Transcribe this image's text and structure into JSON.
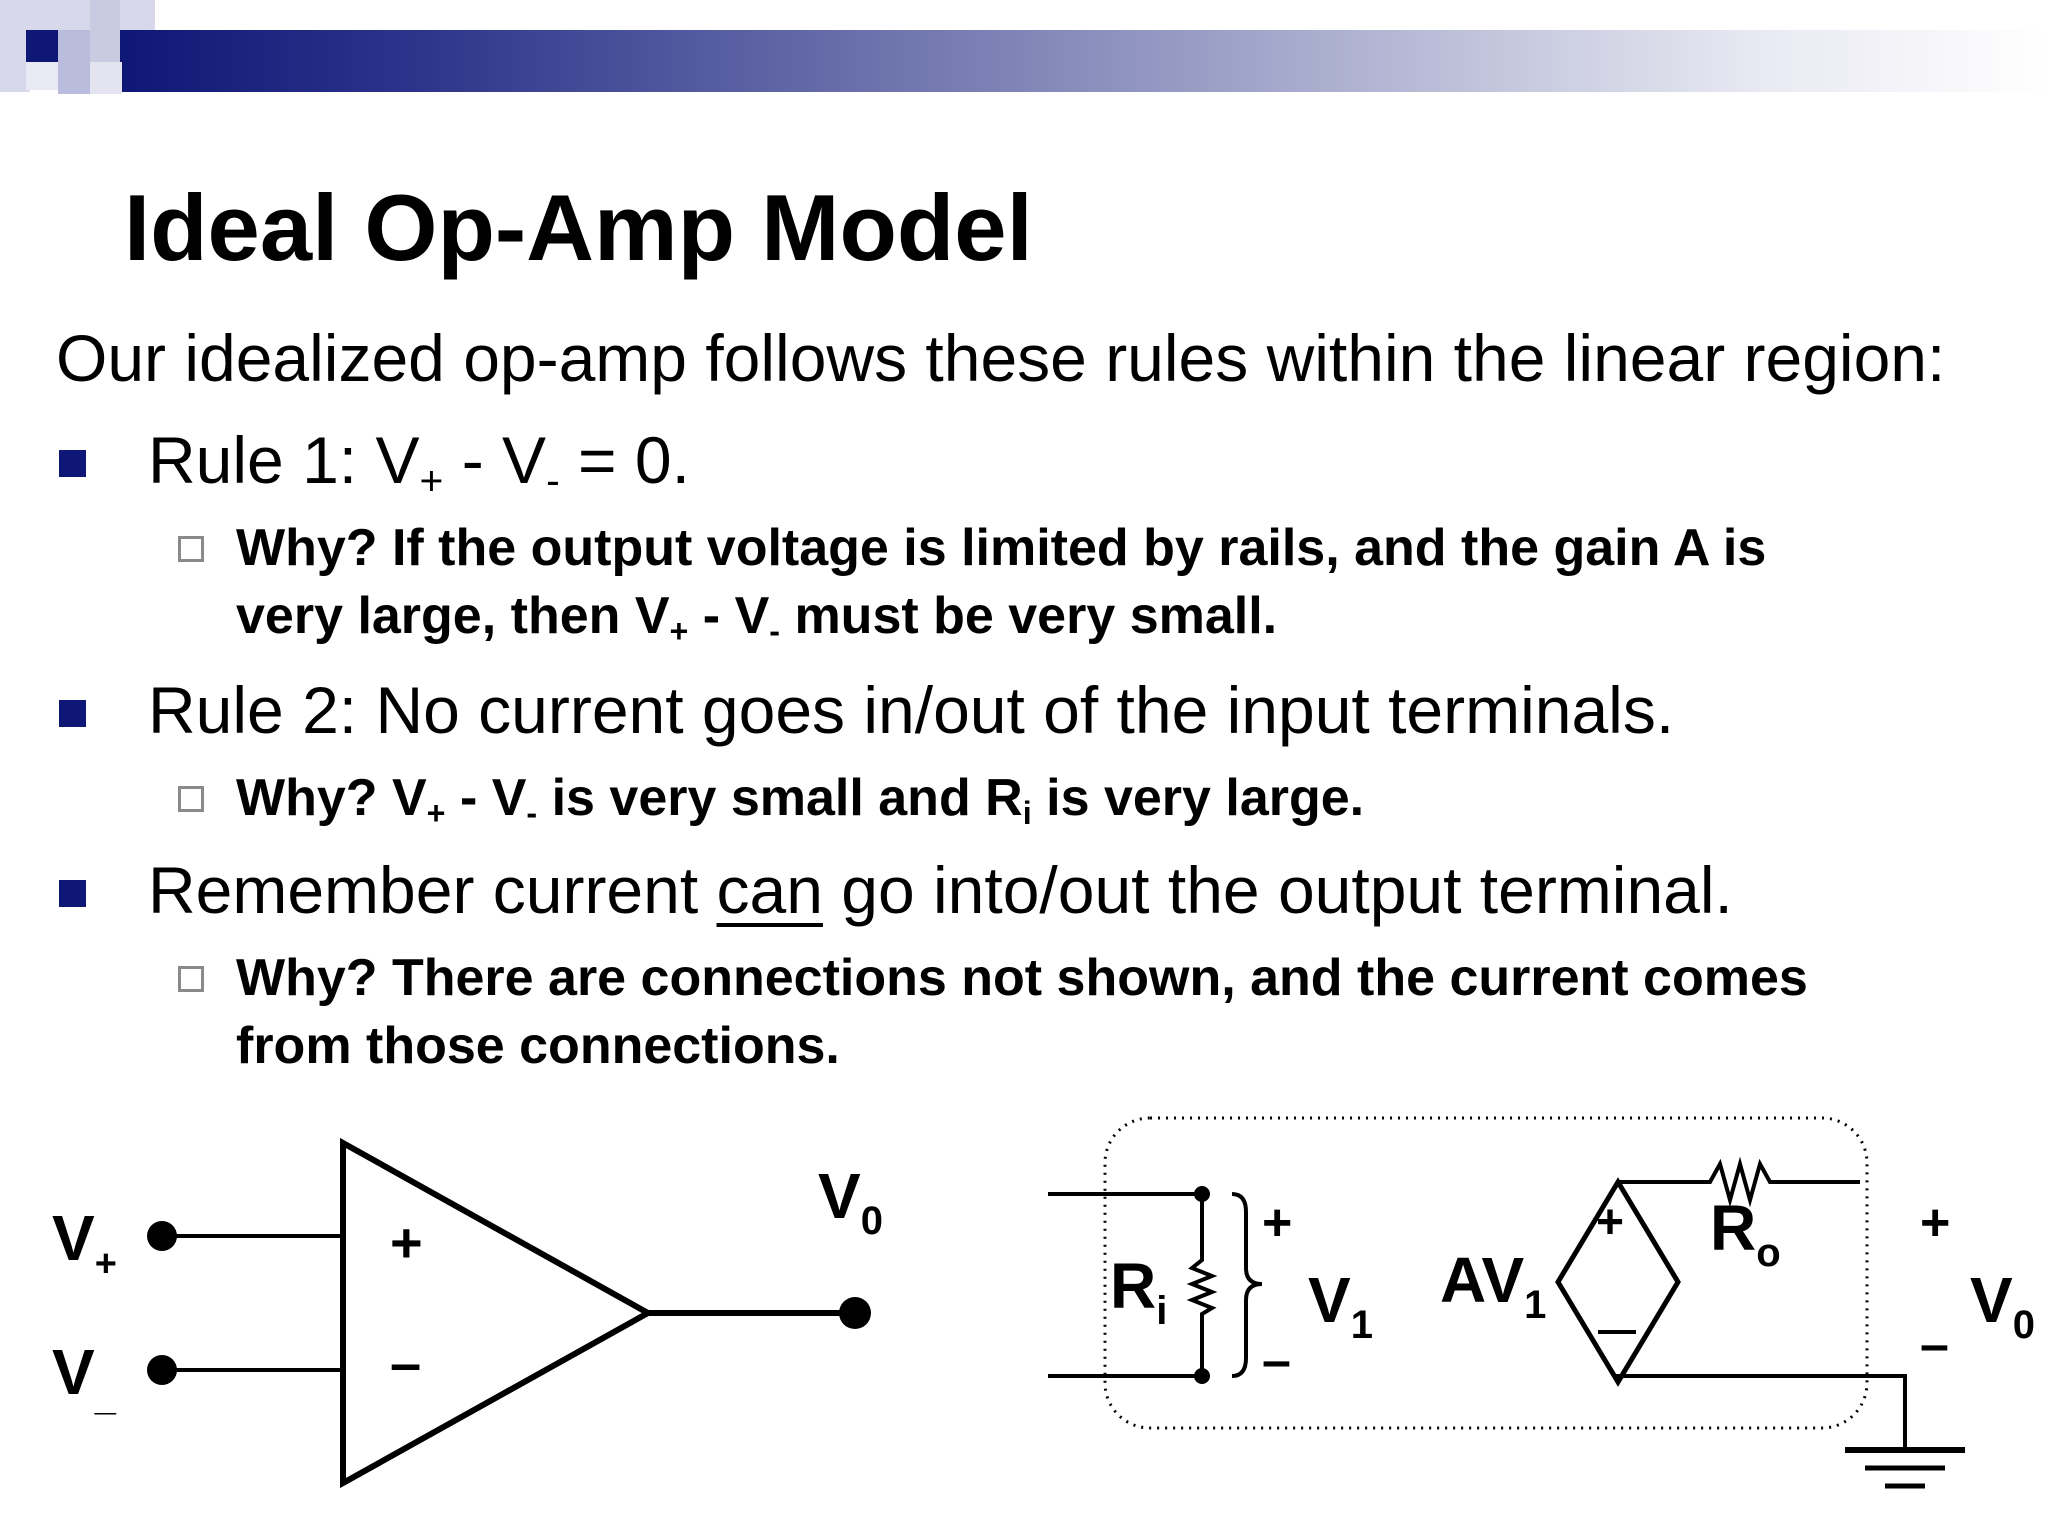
{
  "slide": {
    "title": "Ideal Op-Amp Model",
    "intro": "Our idealized op-amp follows these rules within the linear region:"
  },
  "rule1": {
    "label": "Rule 1: V",
    "sub_plus": "+",
    "minus": " - V",
    "sub_minus": "-",
    "rest": " = 0.",
    "why_line1": "Why?  If the output voltage is limited by rails, and the gain A is",
    "why_line2_a": "very large, then V",
    "why_line2_sub_plus": "+",
    "why_line2_b": " - V",
    "why_line2_sub_minus": "-",
    "why_line2_c": " must be very small."
  },
  "rule2": {
    "label": "Rule 2:  No current goes in/out of the input terminals.",
    "why_a": "Why? V",
    "why_sub_plus": "+",
    "why_b": " - V",
    "why_sub_minus": "-",
    "why_c": " is very small and R",
    "why_sub_i": "i",
    "why_d": " is very large."
  },
  "rule3": {
    "text_a": "Remember current ",
    "text_underlined": "can",
    "text_b": " go into/out the output terminal.",
    "why_line1": "Why?  There are connections not shown, and the current comes",
    "why_line2": "from those connections."
  },
  "opamp_symbol": {
    "v_label": "V",
    "plus_sub": "+",
    "minus_sub": "_",
    "plus_sign": "+",
    "minus_sign": "–",
    "out_label": "V",
    "out_sub": "0"
  },
  "model_circuit": {
    "ri_label": "R",
    "ri_sub": "i",
    "v1_label": "V",
    "v1_sub": "1",
    "av1_label": "AV",
    "av1_sub": "1",
    "ro_label": "R",
    "ro_sub": "o",
    "v0_label": "V",
    "v0_sub": "0",
    "plus_sign": "+",
    "minus_sign": "–"
  },
  "colors": {
    "accent_navy": "#0e1775",
    "logo_light": "#b9bcdc",
    "sub_bullet_gray": "#8a8a8a"
  }
}
